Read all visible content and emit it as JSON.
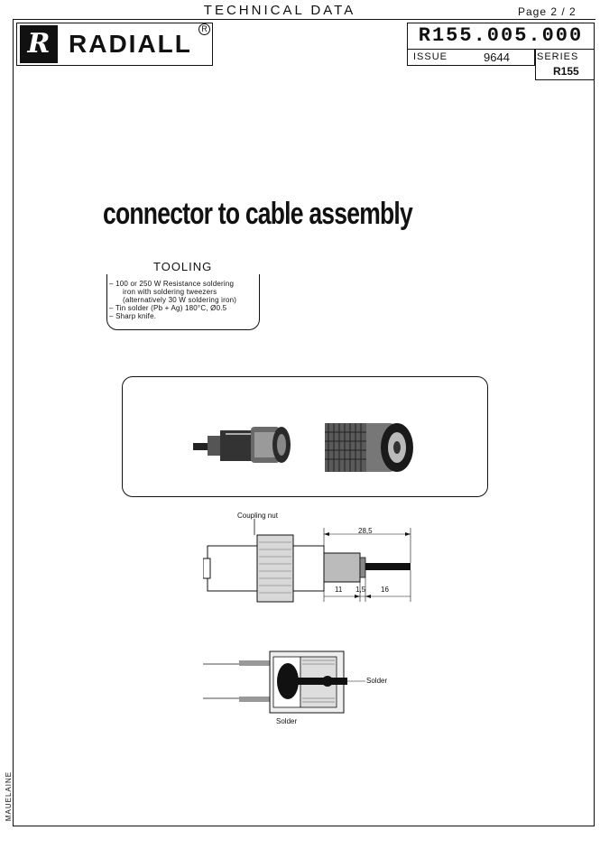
{
  "header": {
    "title": "TECHNICAL DATA",
    "page": "Page 2 / 2",
    "brand": "RADIALL",
    "brand_mark": "R",
    "registered": "R",
    "reference": "R155.005.000",
    "issue_label": "ISSUE",
    "issue": "9644",
    "series_label": "SERIES",
    "series": "R155"
  },
  "main": {
    "title": "connector to cable assembly"
  },
  "tooling": {
    "title": "TOOLING",
    "lines": [
      "–  100 or 250 W Resistance soldering",
      "iron   with   soldering   tweezers",
      "(alternatively 30 W soldering iron)",
      "–  Tin solder (Pb + Ag) 180°C, Ø0.5",
      "–  Sharp knife."
    ]
  },
  "drawing1": {
    "coupling_label": "Coupling nut",
    "total_length": "28,5",
    "dim_a": "11",
    "dim_b": "1,5",
    "dim_c": "16"
  },
  "drawing2": {
    "solder_right": "Solder",
    "solder_bottom": "Solder"
  },
  "footer": {
    "printer": "MAUELAINE"
  },
  "colors": {
    "ink": "#111111",
    "paper": "#ffffff"
  }
}
